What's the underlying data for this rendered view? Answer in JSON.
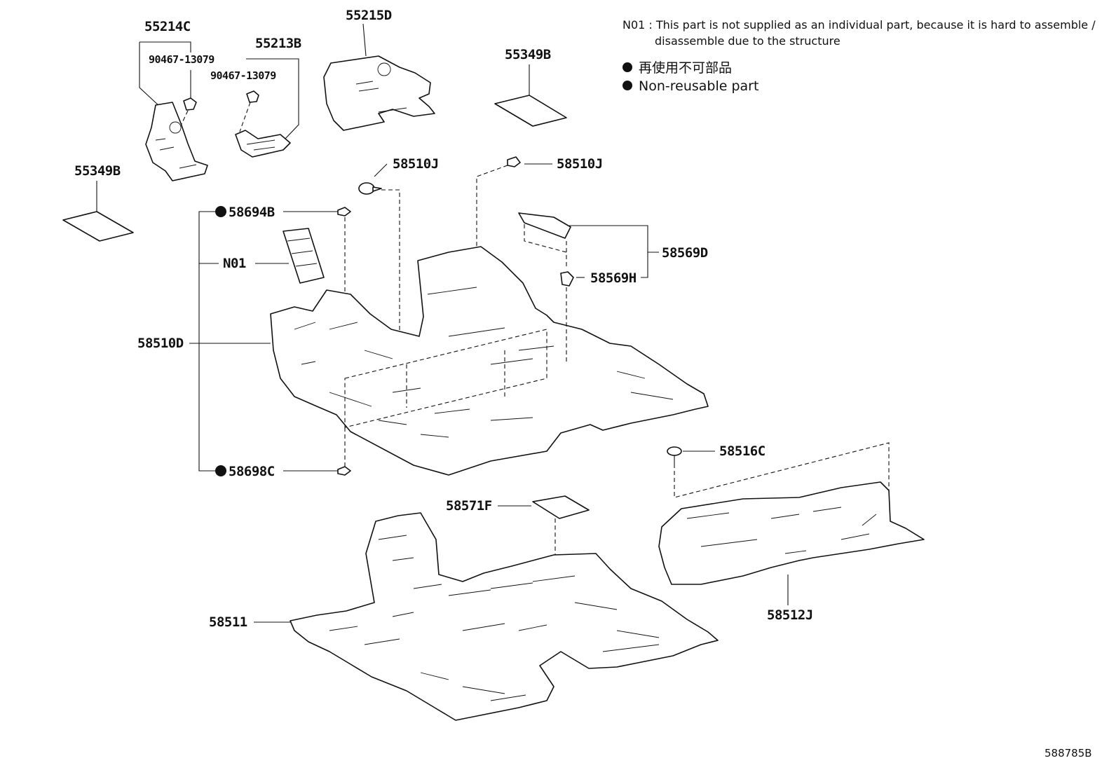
{
  "note": {
    "line1": "N01 : This part is not supplied as an individual part, because it is hard to assemble /",
    "line2": "disassemble due to the structure"
  },
  "legend": {
    "non_reusable_jp": "再使用不可部品",
    "non_reusable_en": "Non-reusable part"
  },
  "callouts": {
    "p55214C": "55214C",
    "p90467_a": "90467-13079",
    "p55213B": "55213B",
    "p90467_b": "90467-13079",
    "p55215D": "55215D",
    "p55349B_top": "55349B",
    "p55349B_left": "55349B",
    "p58510J_a": "58510J",
    "p58510J_b": "58510J",
    "p58694B": "58694B",
    "pN01": "N01",
    "p58569D": "58569D",
    "p58569H": "58569H",
    "p58510D": "58510D",
    "p58516C": "58516C",
    "p58698C": "58698C",
    "p58571F": "58571F",
    "p58511": "58511",
    "p58512J": "58512J"
  },
  "figure_ref": "588785B"
}
